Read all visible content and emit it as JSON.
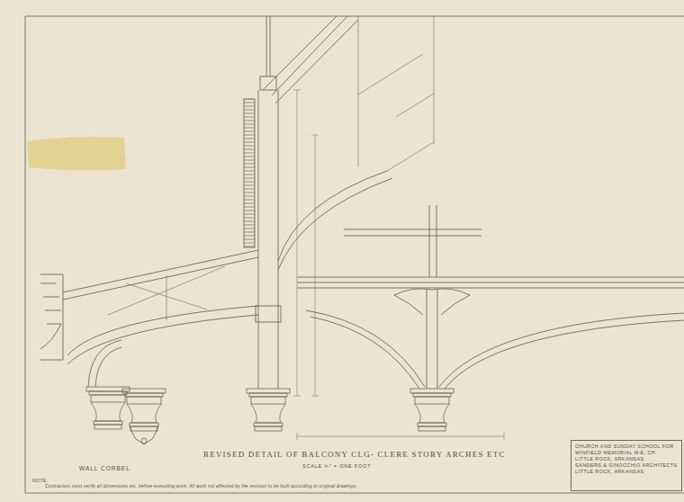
{
  "diagram": {
    "title": "REVISED DETAIL OF BALCONY CLG- CLERE STORY ARCHES ETC",
    "nodes": [
      {
        "text": [
          "CHURCH AND SUNDAY SCHOOL FOR",
          "WINFIELD MEMORIAL M.E. CH.",
          "LITTLE ROCK, ARKANSAS",
          "SANDERS & GINOCCHIO ARCHITECTS",
          "LITTLE ROCK, ARKANSAS"
        ]
      }
    ],
    "labels": [
      "SCALE ¾\" = ONE FOOT",
      "WALL CORBEL",
      "NOTE.",
      "Contractors must verify all dimensions etc. before executing work. All work not affected by the revision to be built according to original drawings."
    ]
  }
}
